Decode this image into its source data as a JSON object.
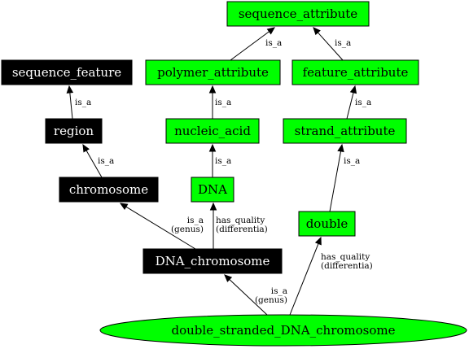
{
  "colors": {
    "green_fill": "#00ff00",
    "black_fill": "#000000",
    "green_text": "#000000",
    "black_text": "#ffffff",
    "edge": "#000000"
  },
  "nodes": {
    "sequence_attribute": {
      "label": "sequence_attribute",
      "style": "green"
    },
    "sequence_feature": {
      "label": "sequence_feature",
      "style": "black"
    },
    "polymer_attribute": {
      "label": "polymer_attribute",
      "style": "green"
    },
    "feature_attribute": {
      "label": "feature_attribute",
      "style": "green"
    },
    "region": {
      "label": "region",
      "style": "black"
    },
    "nucleic_acid": {
      "label": "nucleic_acid",
      "style": "green"
    },
    "strand_attribute": {
      "label": "strand_attribute",
      "style": "green"
    },
    "chromosome": {
      "label": "chromosome",
      "style": "black"
    },
    "dna": {
      "label": "DNA",
      "style": "green"
    },
    "double": {
      "label": "double",
      "style": "green"
    },
    "dna_chromosome": {
      "label": "DNA_chromosome",
      "style": "black"
    },
    "double_stranded_dna_chromosome": {
      "label": "double_stranded_DNA_chromosome",
      "style": "green"
    }
  },
  "edges": [
    {
      "id": "polymer-to-seqattr",
      "from": "polymer_attribute",
      "to": "sequence_attribute",
      "lines": [
        "is_a"
      ]
    },
    {
      "id": "feature-to-seqattr",
      "from": "feature_attribute",
      "to": "sequence_attribute",
      "lines": [
        "is_a"
      ]
    },
    {
      "id": "region-to-seqfeature",
      "from": "region",
      "to": "sequence_feature",
      "lines": [
        "is_a"
      ]
    },
    {
      "id": "nucleic-to-polymer",
      "from": "nucleic_acid",
      "to": "polymer_attribute",
      "lines": [
        "is_a"
      ]
    },
    {
      "id": "strand-to-feature",
      "from": "strand_attribute",
      "to": "feature_attribute",
      "lines": [
        "is_a"
      ]
    },
    {
      "id": "chromosome-to-region",
      "from": "chromosome",
      "to": "region",
      "lines": [
        "is_a"
      ]
    },
    {
      "id": "dna-to-nucleic",
      "from": "dna",
      "to": "nucleic_acid",
      "lines": [
        "is_a"
      ]
    },
    {
      "id": "double-to-strand",
      "from": "double",
      "to": "strand_attribute",
      "lines": [
        "is_a"
      ]
    },
    {
      "id": "dnachrom-to-chromosome",
      "from": "dna_chromosome",
      "to": "chromosome",
      "lines": [
        "is_a",
        "(genus)"
      ]
    },
    {
      "id": "dnachrom-to-dna",
      "from": "dna_chromosome",
      "to": "dna",
      "lines": [
        "has_quality",
        "(differentia)"
      ]
    },
    {
      "id": "dsdna-to-dnachrom",
      "from": "double_stranded_dna_chromosome",
      "to": "dna_chromosome",
      "lines": [
        "is_a",
        "(genus)"
      ]
    },
    {
      "id": "dsdna-to-double",
      "from": "double_stranded_dna_chromosome",
      "to": "double",
      "lines": [
        "has_quality",
        "(differentia)"
      ]
    }
  ]
}
